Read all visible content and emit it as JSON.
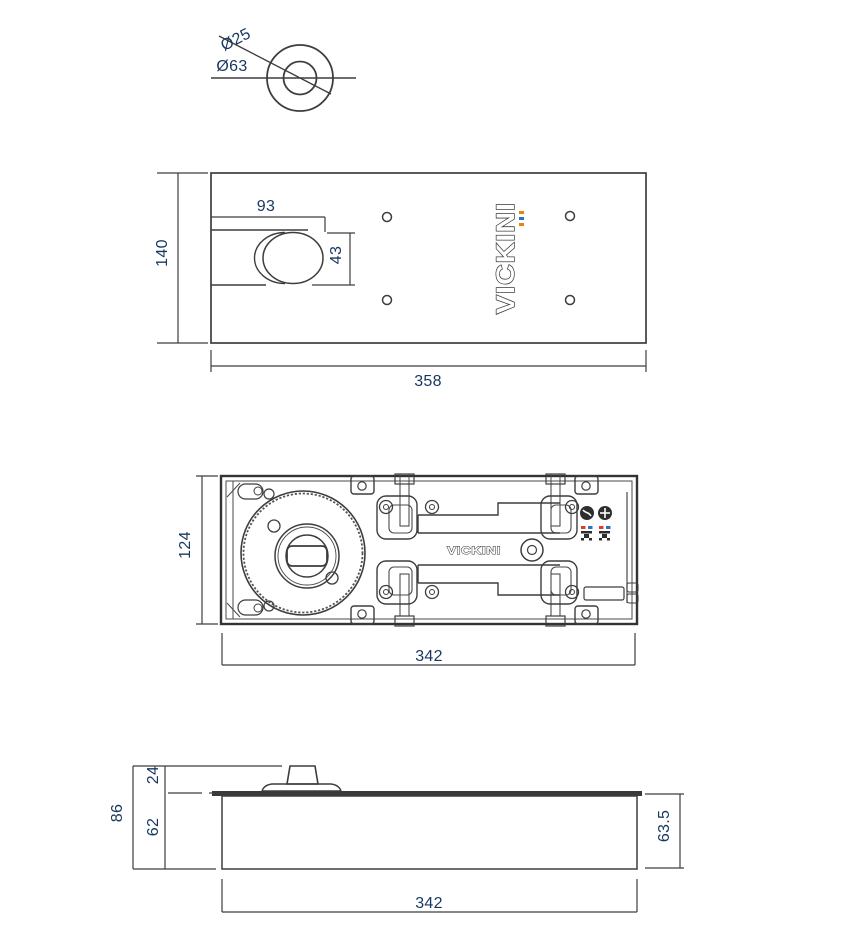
{
  "drawing": {
    "brand_logo": "VICKINI",
    "mechanism_logo": "VICKINI",
    "dims": {
      "spindle_inner_dia": "Ø25",
      "spindle_outer_dia": "Ø63",
      "cover_slot_width": "93",
      "cover_spindle_len": "43",
      "cover_height": "140",
      "cover_width": "358",
      "mech_height": "124",
      "mech_width": "342",
      "side_spindle_h": "24",
      "side_body_h": "62",
      "side_total_h": "86",
      "side_right_h": "63.5",
      "side_width": "342"
    },
    "colors": {
      "dim_text": "#17375e",
      "line_dark": "#3d3d3d",
      "line_gray": "#808080",
      "fill_gray": "#d9d9d9",
      "mark_red": "#e03c31",
      "mark_blue": "#2f6fc4",
      "mark_orange": "#e8820c"
    }
  }
}
